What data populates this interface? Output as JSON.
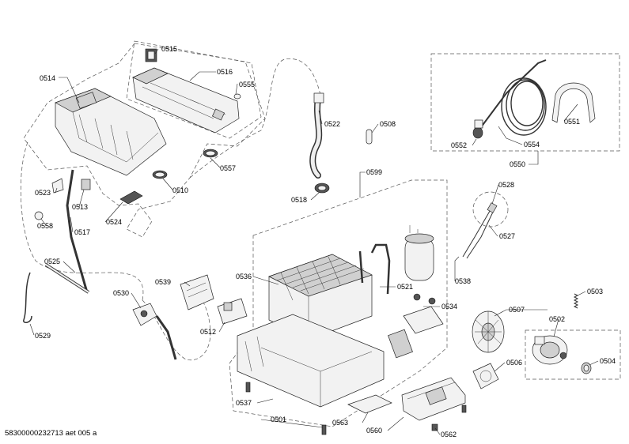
{
  "document_id": "58300000232713 aet 005 a",
  "parts": [
    {
      "id": "p0514",
      "num": "0514"
    },
    {
      "id": "p0515",
      "num": "0515"
    },
    {
      "id": "p0516",
      "num": "0516"
    },
    {
      "id": "p0555",
      "num": "0555"
    },
    {
      "id": "p0557",
      "num": "0557"
    },
    {
      "id": "p0510",
      "num": "0510"
    },
    {
      "id": "p0522",
      "num": "0522"
    },
    {
      "id": "p0508",
      "num": "0508"
    },
    {
      "id": "p0518",
      "num": "0518"
    },
    {
      "id": "p0551",
      "num": "0551"
    },
    {
      "id": "p0552",
      "num": "0552"
    },
    {
      "id": "p0554",
      "num": "0554"
    },
    {
      "id": "p0550",
      "num": "0550"
    },
    {
      "id": "p0523",
      "num": "0523"
    },
    {
      "id": "p0513",
      "num": "0513"
    },
    {
      "id": "p0558",
      "num": "0558"
    },
    {
      "id": "p0517",
      "num": "0517"
    },
    {
      "id": "p0524",
      "num": "0524"
    },
    {
      "id": "p0599",
      "num": "0599"
    },
    {
      "id": "p0528",
      "num": "0528"
    },
    {
      "id": "p0527",
      "num": "0527"
    },
    {
      "id": "p0525",
      "num": "0525"
    },
    {
      "id": "p0536",
      "num": "0536"
    },
    {
      "id": "p0521",
      "num": "0521"
    },
    {
      "id": "p0538",
      "num": "0538"
    },
    {
      "id": "p0530",
      "num": "0530"
    },
    {
      "id": "p0539",
      "num": "0539"
    },
    {
      "id": "p0503",
      "num": "0503"
    },
    {
      "id": "p0534",
      "num": "0534"
    },
    {
      "id": "p0507",
      "num": "0507"
    },
    {
      "id": "p0529",
      "num": "0529"
    },
    {
      "id": "p0512",
      "num": "0512"
    },
    {
      "id": "p0502",
      "num": "0502"
    },
    {
      "id": "p0506",
      "num": "0506"
    },
    {
      "id": "p0504",
      "num": "0504"
    },
    {
      "id": "p0537",
      "num": "0537"
    },
    {
      "id": "p0501",
      "num": "0501"
    },
    {
      "id": "p0563",
      "num": "0563"
    },
    {
      "id": "p0560",
      "num": "0560"
    },
    {
      "id": "p0562",
      "num": "0562"
    }
  ]
}
